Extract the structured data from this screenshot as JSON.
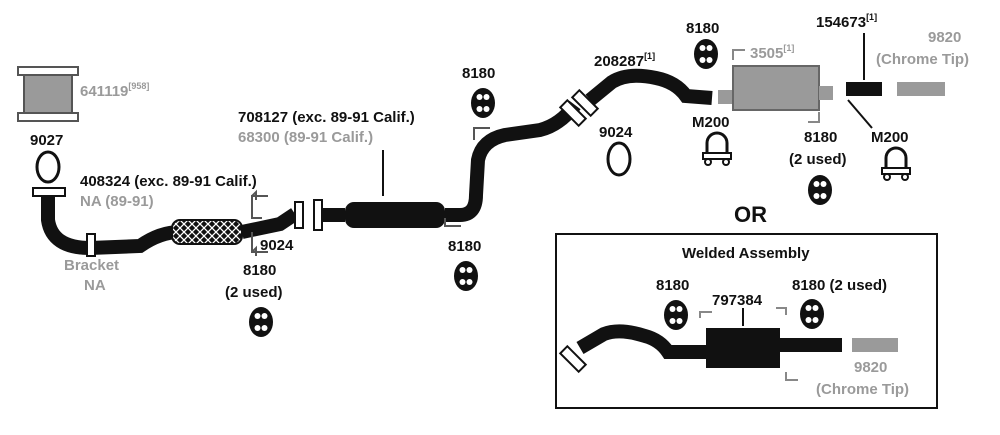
{
  "colors": {
    "part_black": "#111111",
    "part_gray": "#9a9a9a",
    "outline": "#000000",
    "background": "#ffffff"
  },
  "labels": {
    "cat_heatshield": {
      "number": "641119",
      "superscript": "[958]"
    },
    "gasket_9027": "9027",
    "front_pipe": {
      "line1": "408324 (exc. 89-91 Calif.)",
      "line2": "NA (89-91)"
    },
    "bracket": {
      "line1": "Bracket",
      "line2": "NA"
    },
    "hanger_front": {
      "line1": "8180",
      "line2": "(2 used)"
    },
    "gasket_9024_front": "9024",
    "intermediate_pipe": {
      "line1": "708127 (exc. 89-91 Calif.)",
      "line2": "68300 (89-91 Calif.)"
    },
    "hanger_mid_top": "8180",
    "hanger_mid_bottom": "8180",
    "tailpipe": {
      "number": "208287",
      "superscript": "[1]"
    },
    "gasket_9024_rear": "9024",
    "hanger_rear_top": "8180",
    "muffler": {
      "number": "3505",
      "superscript": "[1]"
    },
    "tail_extension": {
      "number": "154673",
      "superscript": "[1]"
    },
    "chrome_tip": {
      "line1": "9820",
      "line2": "(Chrome Tip)"
    },
    "clamp_1": "M200",
    "clamp_2": "M200",
    "hanger_rear_lower": {
      "line1": "8180",
      "line2": "(2 used)"
    },
    "or_text": "OR",
    "welded_assembly": {
      "title": "Welded Assembly",
      "hanger_left": "8180",
      "assembly_number": "797384",
      "hanger_right": "8180 (2 used)",
      "chrome_tip": {
        "line1": "9820",
        "line2": "(Chrome Tip)"
      }
    }
  }
}
